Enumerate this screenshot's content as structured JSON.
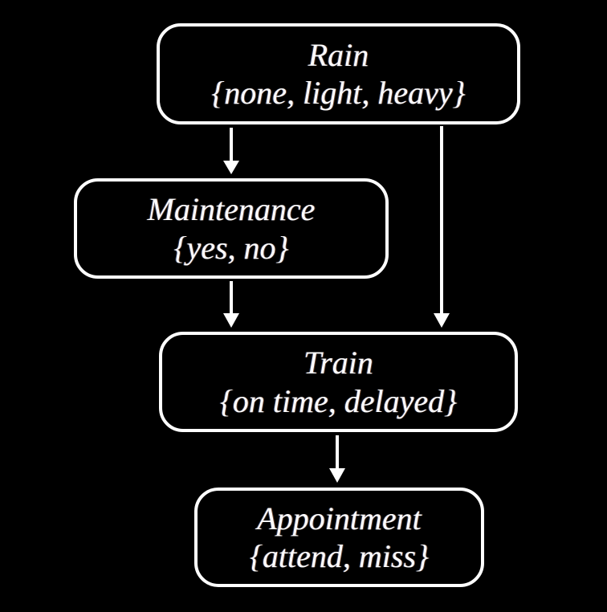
{
  "diagram": {
    "kind": "bayesian-network",
    "colors": {
      "background": "#000000",
      "node_border": "#ffffff",
      "node_fill": "#000000",
      "text": "#ffffff",
      "edge": "#ffffff"
    },
    "nodes": [
      {
        "id": "rain",
        "label": "Rain",
        "domain": "{none, light, heavy}"
      },
      {
        "id": "maintenance",
        "label": "Maintenance",
        "domain": "{yes, no}"
      },
      {
        "id": "train",
        "label": "Train",
        "domain": "{on time, delayed}"
      },
      {
        "id": "appointment",
        "label": "Appointment",
        "domain": "{attend, miss}"
      }
    ],
    "edges": [
      {
        "from": "Rain",
        "to": "Maintenance"
      },
      {
        "from": "Rain",
        "to": "Train"
      },
      {
        "from": "Maintenance",
        "to": "Train"
      },
      {
        "from": "Train",
        "to": "Appointment"
      }
    ]
  }
}
